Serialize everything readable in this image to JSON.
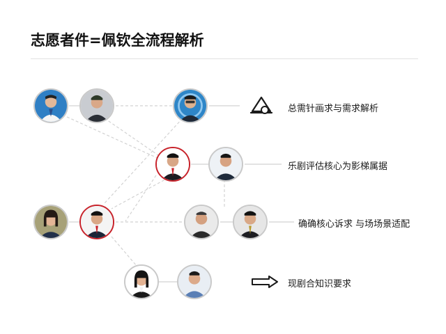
{
  "page": {
    "title": "志愿者件=佩钦全流程解析"
  },
  "labels": [
    "总需针画求与需求解析",
    "乐剧评估核心为影梯属据",
    "确确核心诉求 与场场景适配",
    "现剧合知识要求"
  ],
  "icons": [
    "bell-icon",
    "arrow-right-icon"
  ],
  "colors": {
    "accent": "#c8222a",
    "avatar_bg_blue": "#2f7fc4",
    "line": "#cfcfcf"
  }
}
